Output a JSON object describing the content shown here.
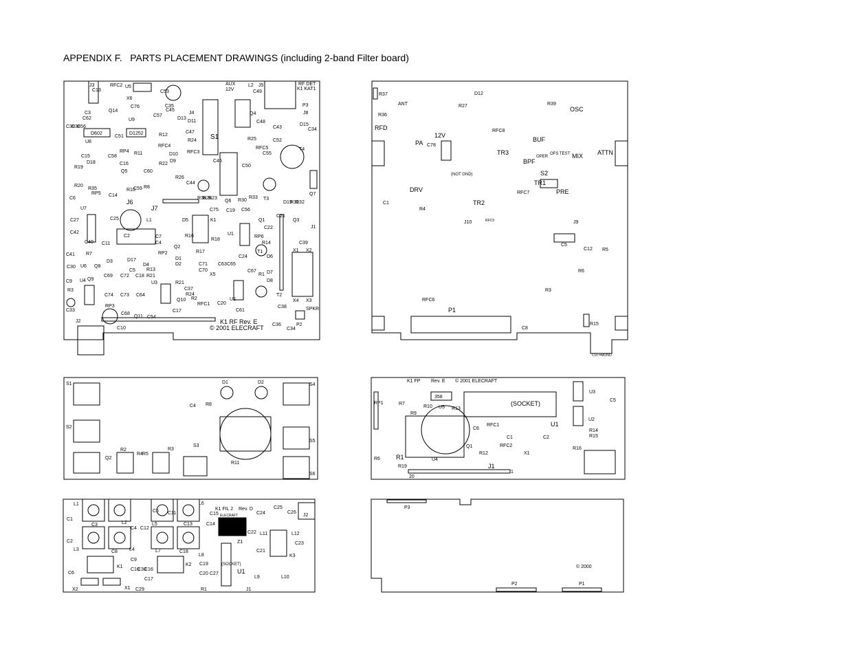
{
  "title": "APPENDIX F.   PARTS PLACEMENT DRAWINGS (including 2-band Filter board)",
  "boards": {
    "rf_top": {
      "labels": [
        "J3",
        "C13",
        "RFC2",
        "U5",
        "C53",
        "AUX",
        "12V",
        "L2",
        "J5",
        "RF DET",
        "K1 KAT1",
        "C49",
        "P3",
        "C76",
        "Q14",
        "X6",
        "C35",
        "C45",
        "J4",
        "J8",
        "C3",
        "C62",
        "U9",
        "C57",
        "D13",
        "D11",
        "Q4",
        "C48",
        "D15",
        "C39",
        "C38",
        "C56",
        "D602",
        "C51",
        "D1252",
        "C43",
        "C34",
        "R12",
        "C47",
        "S1",
        "R25",
        "U8",
        "R11",
        "RFC4",
        "R24",
        "C52",
        "C15",
        "RP4",
        "C16",
        "D10",
        "RFC3",
        "RFC5",
        "C55",
        "T4",
        "R22",
        "D9",
        "C46",
        "R19",
        "D18",
        "C60",
        "R26",
        "C50",
        "C58",
        "Q5",
        "R8",
        "C44",
        "R20",
        "R35",
        "RP5",
        "R10",
        "C59",
        "C14",
        "R38",
        "R28",
        "R23",
        "Q6",
        "R30",
        "R33",
        "T3",
        "D19",
        "R31",
        "R32",
        "Q7",
        "C6",
        "J6",
        "J7",
        "C75",
        "C19",
        "C56",
        "U7",
        "C27",
        "C25",
        "L1",
        "D5",
        "K1",
        "Q1",
        "C21",
        "Q3",
        "C42",
        "C40",
        "C2",
        "R16",
        "U1",
        "C22",
        "J1",
        "C11",
        "C7",
        "C4",
        "Q2",
        "RP6",
        "R14",
        "C39",
        "R7",
        "R18",
        "R17",
        "X1",
        "X2",
        "C41",
        "D17",
        "RP2",
        "C63",
        "C24",
        "T1",
        "D6",
        "C30",
        "U6",
        "Q8",
        "D3",
        "D4",
        "D1",
        "D2",
        "C71",
        "C65",
        "R1",
        "D7",
        "C5",
        "R13",
        "R21",
        "C70",
        "X5",
        "C67",
        "D8",
        "C69",
        "C72",
        "C18",
        "U3",
        "R21",
        "C9",
        "U4",
        "Q9",
        "R3",
        "R2",
        "C37",
        "C33",
        "C74",
        "C73",
        "C64",
        "R24",
        "Q10",
        "RFC1",
        "C20",
        "U2",
        "C61",
        "T2",
        "C36",
        "X4",
        "X3",
        "RP3",
        "C68",
        "Q11",
        "C54",
        "C17",
        "C38",
        "SPKR",
        "J2",
        "C10",
        "P2",
        "K1 RF  Rev. E",
        "© 2001  ELECRAFT",
        "C34"
      ]
    },
    "rf_bottom": {
      "labels": [
        "R37",
        "D12",
        "R36",
        "ANT",
        "R27",
        "R39",
        "OSC",
        "RFD",
        "PA",
        "12V",
        "C78",
        "RFC8",
        "BUF",
        "TR3",
        "ATTN",
        "BPF",
        "S2",
        "OPER",
        "OFS TEST",
        "MIX",
        "(NOT GND)",
        "DRV",
        "RFC7",
        "TR1",
        "PRE",
        "C1",
        "R4",
        "TR2",
        "J10",
        "RFC9",
        "J9",
        "C5",
        "C12",
        "R5",
        "R6",
        "R3",
        "RFC6",
        "P1",
        "C8",
        "R15",
        "CUT=MONO"
      ]
    },
    "fp_top": {
      "labels": [
        "S1",
        "D1",
        "D2",
        "S4",
        "C4",
        "R8",
        "S2",
        "S5",
        "R2",
        "R3",
        "S3",
        "Q2",
        "R4",
        "R5",
        "R11",
        "S6"
      ]
    },
    "fp_bottom": {
      "labels": [
        "K1 FP",
        "Rev. E",
        "© 2001  ELECRAFT",
        "U3",
        "C5",
        "RP1",
        "R7",
        "R10",
        "358",
        "R9",
        "U5",
        "R13",
        "(SOCKET)",
        "U2",
        "R14",
        "R15",
        "R16",
        "C6",
        "RFC1",
        "C1",
        "C2",
        "U1",
        "RFC2",
        "Q1",
        "R12",
        "X1",
        "R6",
        "R1",
        "R19",
        "U4",
        "J1",
        "20",
        "1"
      ]
    },
    "filter_top": {
      "labels": [
        "L1",
        "C5",
        "C11",
        "L6",
        "K1 FIL 2",
        "Rev. D",
        "ELECRAFT",
        "C25",
        "C26",
        "J2",
        "C15",
        "C24",
        "C1",
        "C14",
        "C3",
        "L2",
        "C4",
        "C12",
        "L5",
        "C13",
        "C22",
        "L11",
        "L12",
        "C2",
        "L3",
        "L4",
        "L7",
        "L8",
        "C8",
        "C9",
        "C16",
        "C17",
        "C18",
        "C19",
        "C20",
        "C27",
        "C21",
        "Z1",
        "C23",
        "K1",
        "K2",
        "K3",
        "U1",
        "C6",
        "C10",
        "C30",
        "L9",
        "L10",
        "(SOCKET)",
        "X2",
        "X1",
        "C29",
        "R1",
        "J1"
      ]
    },
    "filter_bottom": {
      "labels": [
        "P3",
        "P2",
        "P1",
        "© 2000"
      ]
    }
  }
}
